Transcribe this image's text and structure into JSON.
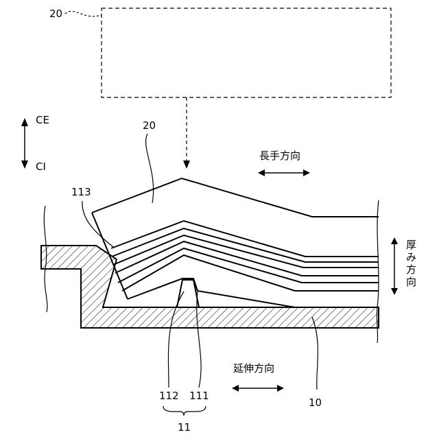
{
  "labels": {
    "top_box": "20",
    "sheet": "20",
    "ce": "CE",
    "ci": "CI",
    "n113": "113",
    "n112": "112",
    "n111": "111",
    "n11": "11",
    "n10": "10"
  },
  "directions": {
    "longitudinal": "長手方向",
    "extension": "延伸方向",
    "thickness": [
      "厚",
      "み",
      "方",
      "向"
    ]
  },
  "colors": {
    "line": "#000000",
    "background": "#ffffff"
  }
}
